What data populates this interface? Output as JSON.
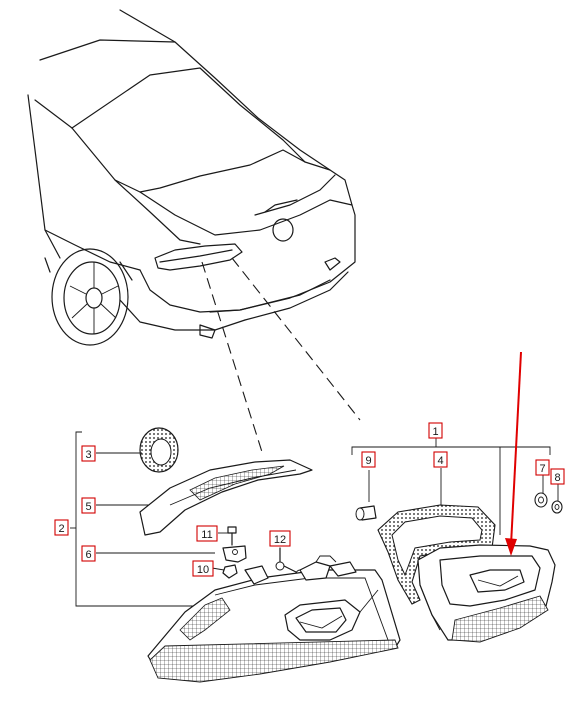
{
  "callouts": [
    {
      "id": "c1",
      "label": "1"
    },
    {
      "id": "c2",
      "label": "2"
    },
    {
      "id": "c3",
      "label": "3"
    },
    {
      "id": "c4",
      "label": "4"
    },
    {
      "id": "c5",
      "label": "5"
    },
    {
      "id": "c6",
      "label": "6"
    },
    {
      "id": "c7",
      "label": "7"
    },
    {
      "id": "c8",
      "label": "8"
    },
    {
      "id": "c9",
      "label": "9"
    },
    {
      "id": "c10",
      "label": "10"
    },
    {
      "id": "c11",
      "label": "11"
    },
    {
      "id": "c12",
      "label": "12"
    }
  ],
  "colors": {
    "line": "#1a1a1a",
    "callout_border": "#d20000",
    "arrow": "#e00000",
    "background": "#ffffff"
  }
}
